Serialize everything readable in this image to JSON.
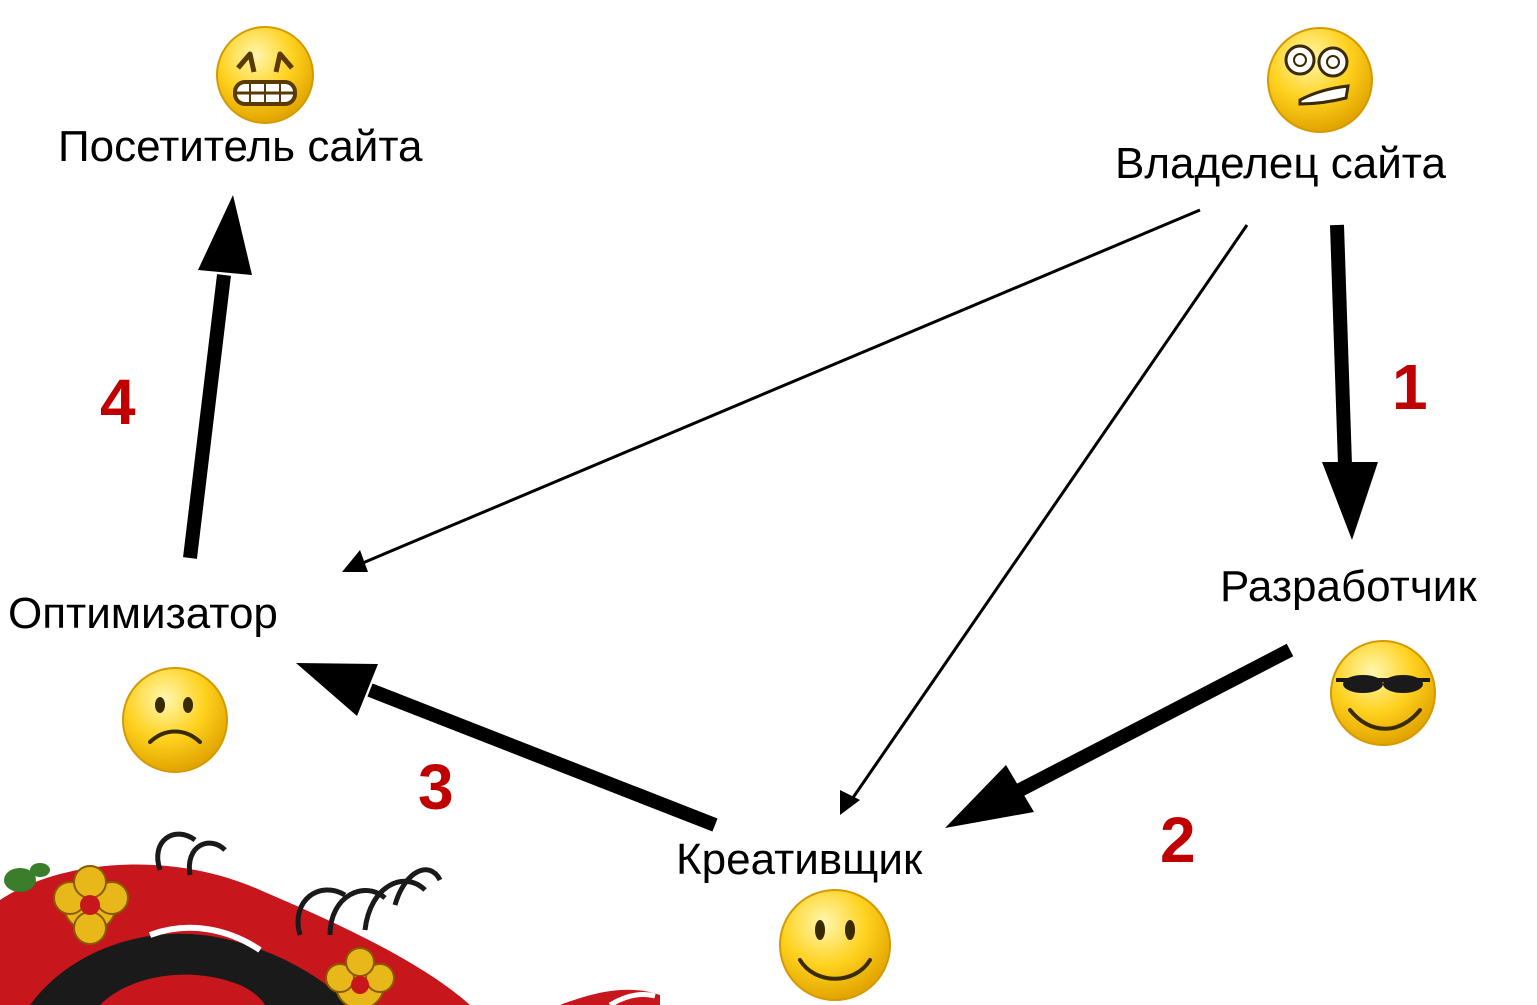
{
  "colors": {
    "background": "#ffffff",
    "text": "#000000",
    "step_number": "#c00000",
    "arrow": "#000000",
    "smiley_fill": "#ffd21f",
    "smiley_highlight": "#fff7b0",
    "ornament_red": "#c8161d",
    "ornament_black": "#1a1a1a",
    "ornament_gold": "#e8b81a",
    "ornament_green": "#3a7d2a"
  },
  "nodes": {
    "visitor": {
      "label": "Посетитель сайта",
      "icon": "grimacing-smiley-icon"
    },
    "owner": {
      "label": "Владелец сайта",
      "icon": "dizzy-smiley-icon"
    },
    "optimizer": {
      "label": "Оптимизатор",
      "icon": "sad-smiley-icon"
    },
    "developer": {
      "label": "Разработчик",
      "icon": "cool-sunglasses-smiley-icon"
    },
    "creative": {
      "label": "Креативщик",
      "icon": "happy-smiley-icon"
    }
  },
  "steps": [
    {
      "number": "1",
      "from": "owner",
      "to": "developer"
    },
    {
      "number": "2",
      "from": "developer",
      "to": "creative"
    },
    {
      "number": "3",
      "from": "creative",
      "to": "optimizer"
    },
    {
      "number": "4",
      "from": "optimizer",
      "to": "visitor"
    }
  ],
  "thin_links": [
    {
      "from": "owner",
      "to": "optimizer"
    },
    {
      "from": "owner",
      "to": "creative"
    }
  ],
  "decoration": {
    "icon": "khokhloma-ornament-icon"
  }
}
